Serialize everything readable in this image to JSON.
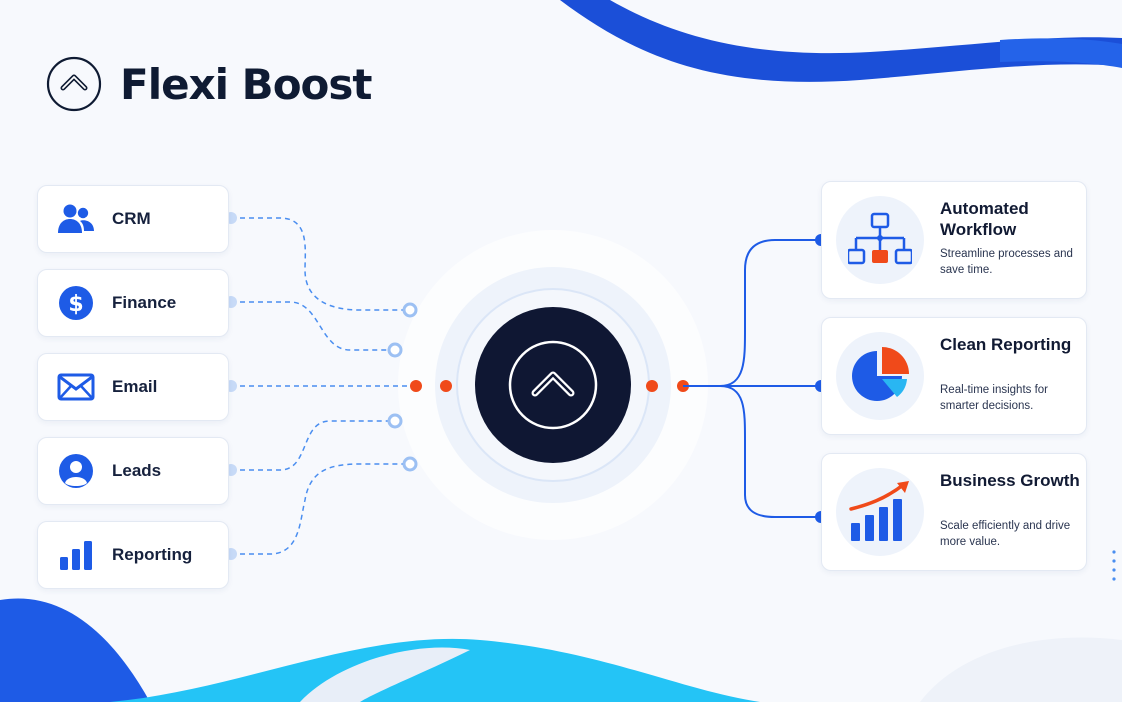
{
  "brand": {
    "name": "Flexi Boost",
    "logo_icon": "chevron-up-circle-icon"
  },
  "sources": [
    {
      "label": "CRM",
      "icon": "users-icon"
    },
    {
      "label": "Finance",
      "icon": "dollar-icon"
    },
    {
      "label": "Email",
      "icon": "envelope-icon"
    },
    {
      "label": "Leads",
      "icon": "user-icon"
    },
    {
      "label": "Reporting",
      "icon": "bar-chart-icon"
    }
  ],
  "hub": {
    "icon": "chevron-up-circle-icon"
  },
  "outcomes": [
    {
      "title": "Automated Workflow",
      "description": "Streamline processes and save time.",
      "icon": "flowchart-icon"
    },
    {
      "title": "Clean Reporting",
      "description": "Real-time insights for smarter decisions.",
      "icon": "pie-chart-icon"
    },
    {
      "title": "Business Growth",
      "description": "Scale efficiently and drive more value.",
      "icon": "growth-chart-icon"
    }
  ],
  "colors": {
    "primary_blue": "#1e5be6",
    "navy": "#0f1733",
    "accent_orange": "#f04a1a",
    "light_blue": "#bcd3f5",
    "cyan": "#22c3f5"
  }
}
